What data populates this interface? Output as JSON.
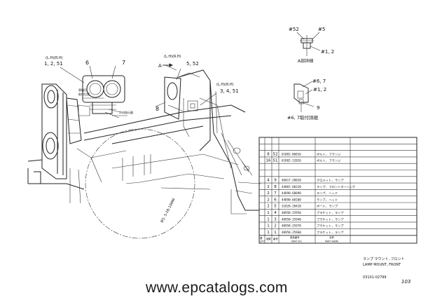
{
  "callouts": {
    "left_side": "(L.H)(R.H)",
    "left_nums": "1, 2, 51",
    "lamp_6": "6",
    "lamp_7": "7",
    "mid_side": "(L.H)(R.H)",
    "arrow_a": "A",
    "mid_nums": "5, 52",
    "mid_8": "8",
    "right_side": "(L.H)(R.H)",
    "right_nums": "3, 4, 51",
    "detail_52": "#52",
    "detail_5": "#5",
    "detail_12a": "#1, 2",
    "detail_a_view": "A部詳細",
    "detail_67": "#6, 7",
    "detail_12b": "#1, 2",
    "detail_9": "9",
    "detail_67_view": "#6, 7取付詳細",
    "note_1": "車幅灯",
    "note_2": "取付位置",
    "note_3": "方向指示器",
    "diameter": "Ø3. 5-28-10MM"
  },
  "parts_table": {
    "header": {
      "qty": "個数",
      "no": "番号",
      "part_no": "部品番号",
      "part_no_en": "PART NO.",
      "name": "名称",
      "name_en": "PART NAME",
      "left_mark": "要",
      "left_mark2": "QTY"
    },
    "rows": [
      {
        "qty": "",
        "no": "",
        "part_no": "",
        "name": ""
      },
      {
        "qty": "",
        "no": "",
        "part_no": "",
        "name": ""
      },
      {
        "qty": "8",
        "no": "52",
        "part_no": "61802-06016",
        "name": "ボルト, フランジ"
      },
      {
        "qty": "16",
        "no": "51",
        "part_no": "61802-12026",
        "name": "ボルト, フランジ"
      },
      {
        "qty": "",
        "no": "",
        "part_no": "",
        "name": ""
      },
      {
        "qty": "",
        "no": "",
        "part_no": "",
        "name": ""
      },
      {
        "qty": "4",
        "no": "9",
        "part_no": "46017-20020",
        "name": "グロメット, ランプ"
      },
      {
        "qty": "2",
        "no": "8",
        "part_no": "44881-60320",
        "name": "ランプ, フロントターンシグ"
      },
      {
        "qty": "2",
        "no": "7",
        "part_no": "44890-60090",
        "name": "ランプ, ヘッド"
      },
      {
        "qty": "2",
        "no": "6",
        "part_no": "44890-60100",
        "name": "ランプ, ヘッド"
      },
      {
        "qty": "2",
        "no": "5",
        "part_no": "31828-20420",
        "name": "ボード, ランプ"
      },
      {
        "qty": "1",
        "no": "4",
        "part_no": "40958-25950",
        "name": "ブラケット, ランプ"
      },
      {
        "qty": "1",
        "no": "3",
        "part_no": "40958-25940",
        "name": "ブラケット, ランプ"
      },
      {
        "qty": "1",
        "no": "2",
        "part_no": "40958-25970",
        "name": "ブラケット, ランプ"
      },
      {
        "qty": "1",
        "no": "1",
        "part_no": "40958-25960",
        "name": "ブラケット, ランプ"
      }
    ]
  },
  "title_block": {
    "jp_title": "ランプ マウント, フロント",
    "en_title": "LAMP MOUNT, FRONT",
    "drawing_no": "03101-02799",
    "page_no": "103"
  },
  "watermark": "www.epcatalogs.com"
}
